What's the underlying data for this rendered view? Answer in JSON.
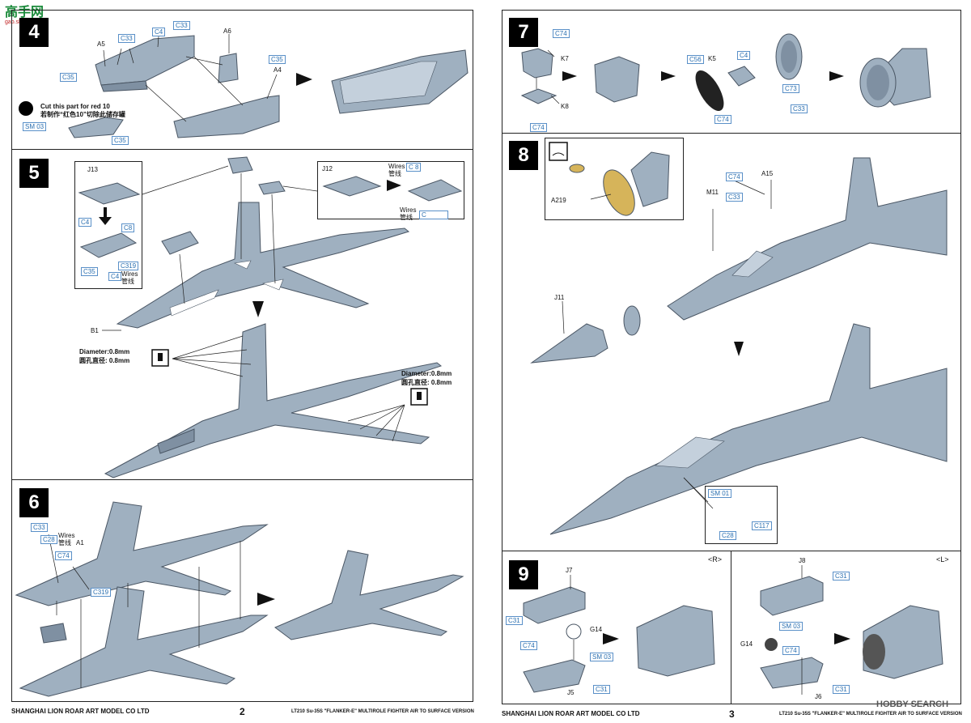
{
  "watermark_left": {
    "line1": "高手网",
    "line2": "gao.shou.com"
  },
  "watermark_right": "HOBBY SEARCH",
  "steps": {
    "s4": "4",
    "s5": "5",
    "s6": "6",
    "s7": "7",
    "s8": "8",
    "s9": "9"
  },
  "step4": {
    "labels": {
      "a5": "A5",
      "a6": "A6",
      "a4": "A4"
    },
    "tags": {
      "c33a": "C33",
      "c4": "C4",
      "c33b": "C33",
      "c35a": "C35",
      "c35b": "C35",
      "sm03": "SM 03",
      "c35c": "C35"
    },
    "note_line1": "Cut this part for red 10",
    "note_line2": "若制作“红色10”切除此储存罐"
  },
  "step5": {
    "labels": {
      "j13": "J13",
      "j12": "J12",
      "b1": "B1",
      "wires1": "Wires",
      "wires1_cn": "管线",
      "wires2": "Wires",
      "wires2_cn": "管线",
      "wires3": "Wires",
      "wires3_cn": "管线"
    },
    "tags": {
      "c4a": "C4",
      "c8a": "C8",
      "c35": "C35",
      "c319": "C319",
      "c4b": "C4",
      "c8b": "C 8",
      "c_wire": "C"
    },
    "diam1_en": "Diameter:0.8mm",
    "diam1_cn": "圆孔直径:  0.8mm",
    "diam2_en": "Diameter:0.8mm",
    "diam2_cn": "圆孔直径:  0.8mm"
  },
  "step6": {
    "labels": {
      "a1": "A1",
      "wires": "Wires",
      "wires_cn": "管线"
    },
    "tags": {
      "c33": "C33",
      "c28": "C28",
      "c74": "C74",
      "c319": "C319"
    }
  },
  "step7": {
    "labels": {
      "k7": "K7",
      "k8": "K8",
      "k5": "K5"
    },
    "tags": {
      "c74a": "C74",
      "c74b": "C74",
      "c56": "C56",
      "c4": "C4",
      "c74c": "C74",
      "c73": "C73",
      "c33": "C33"
    }
  },
  "step8": {
    "labels": {
      "a219": "A219",
      "m11": "M11",
      "a15": "A15",
      "j11": "J11"
    },
    "tags": {
      "c74": "C74",
      "c33": "C33",
      "sm01": "SM 01",
      "c28": "C28",
      "c117": "C117"
    }
  },
  "step9": {
    "side_r": "<R>",
    "side_l": "<L>",
    "labels": {
      "j7": "J7",
      "g14a": "G14",
      "j5": "J5",
      "j8": "J8",
      "g14b": "G14",
      "j6": "J6"
    },
    "tags": {
      "c31a": "C31",
      "c74a": "C74",
      "sm03a": "SM 03",
      "c31b": "C31",
      "c31c": "C31",
      "sm03b": "SM 03",
      "c74b": "C74",
      "c31d": "C31"
    }
  },
  "footer": {
    "left_company": "SHANGHAI LION ROAR ART MODEL CO LTD",
    "left_page": "2",
    "left_title": "LT210  Su-35S \"FLANKER-E\" MULTIROLE FIGHTER AIR TO SURFACE VERSION",
    "right_company": "SHANGHAI LION ROAR ART MODEL CO LTD",
    "right_page": "3",
    "right_title": "LT210  Su-35S \"FLANKER-E\" MULTIROLE FIGHTER AIR TO SURFACE VERSION"
  },
  "colors": {
    "part": "#9fb0c0",
    "part_dark": "#7f90a2",
    "part_light": "#c4d0dc",
    "tag_blue": "#2a6fb0",
    "canopy": "#d6b45a"
  }
}
